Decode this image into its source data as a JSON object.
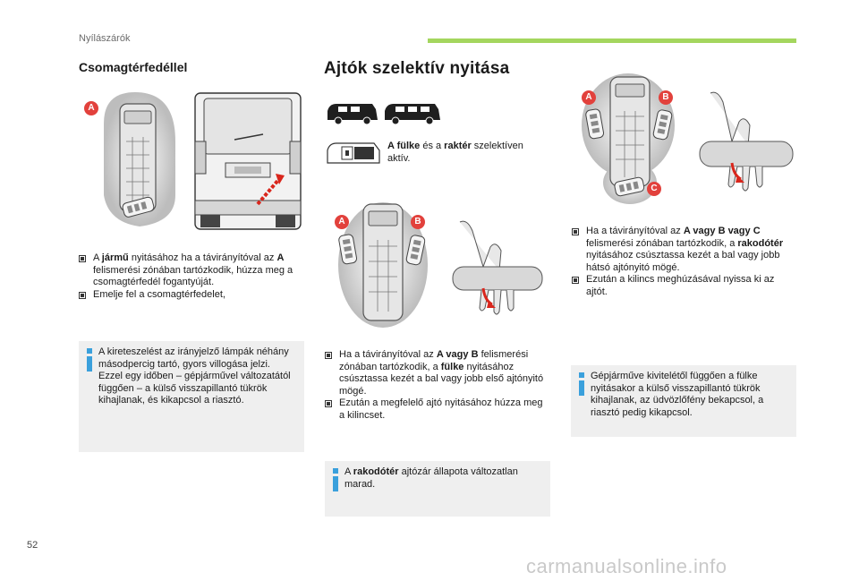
{
  "header": {
    "section": "Nyílászárók"
  },
  "left": {
    "title": "Csomagtérfedéllel",
    "bullets": [
      {
        "pre": "A ",
        "bold": "jármű",
        "post": " nyitásához ha a távirányítóval az ",
        "bold2": "A",
        "post2": " felismerési zónában tartózkodik, húzza meg a csomagtérfedél fogantyúját."
      },
      {
        "text": "Emelje fel a csomagtérfedelet,"
      }
    ],
    "info": "A kireteszelést az irányjelző lámpák néhány másodpercig tartó, gyors villogása jelzi.\nEzzel egy időben – gépjárművel változatától függően – a külső visszapillantó tükrök kihajlanak, és kikapcsol a riasztó."
  },
  "middle": {
    "title": "Ajtók szelektív nyitása",
    "caption_bold1": "A fülke",
    "caption_mid": " és a ",
    "caption_bold2": "raktér",
    "caption_post": " szelektíven aktív.",
    "bullets": [
      {
        "pre": "Ha a távirányítóval az ",
        "bold": "A vagy B",
        "post": " felismerési zónában tartózkodik, a ",
        "bold2": "fülke",
        "post2": " nyitásához csúsztassa kezét a bal vagy jobb első ajtónyitó mögé."
      },
      {
        "text": "Ezután a megfelelő ajtó nyitásához húzza meg a kilincset."
      }
    ],
    "info_pre": "A ",
    "info_bold": "rakodótér",
    "info_post": " ajtózár állapota változatlan marad."
  },
  "right": {
    "bullets": [
      {
        "pre": "Ha a távirányítóval az ",
        "bold": "A vagy B vagy C",
        "post": " felismerési zónában tartózkodik, a ",
        "bold2": "rakodótér",
        "post2": " nyitásához csúsztassa kezét a bal vagy jobb hátsó ajtónyitó mögé."
      },
      {
        "text": "Ezután a kilincs meghúzásával nyissa ki az ajtót."
      }
    ],
    "info": "Gépjárműve kivitelétől függően a fülke nyitásakor a külső visszapillantó tükrök kihajlanak, az üdvözlőfény bekapcsol, a riasztó pedig kikapcsol."
  },
  "zone_labels": {
    "a": "A",
    "b": "B",
    "c": "C"
  },
  "footer": {
    "page": "52",
    "watermark": "carmanualsonline.info"
  },
  "colors": {
    "accent_green": "#a4d65e",
    "info_blue": "#3aa0dc",
    "zone_red": "#e2413c",
    "arrow_red": "#d9261c"
  }
}
